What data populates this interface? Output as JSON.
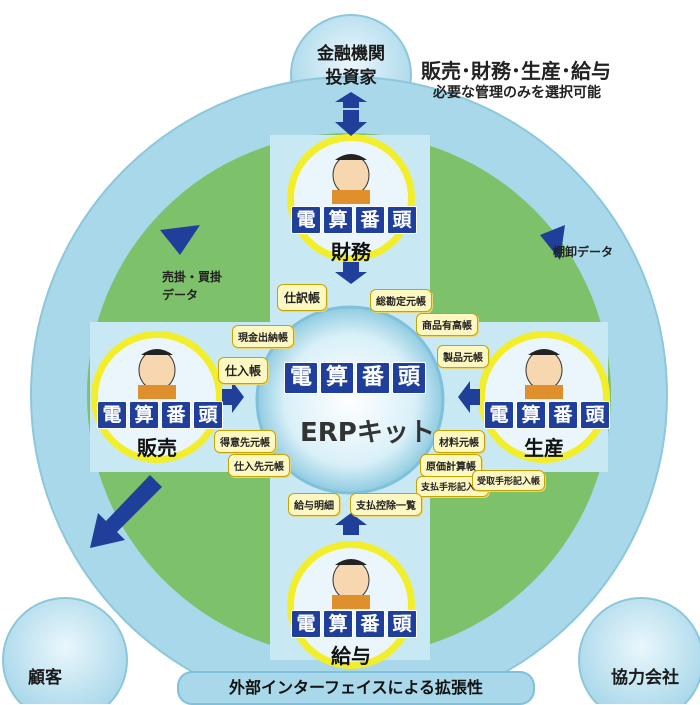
{
  "header": {
    "title": "販売･財務･生産･給与",
    "subtitle": "必要な管理のみを選択可能"
  },
  "outer_nodes": {
    "investors": [
      "金融機関",
      "投資家"
    ],
    "customers": "顧客",
    "partners": "協力会社"
  },
  "core": {
    "banner": [
      "電",
      "算",
      "番",
      "頭"
    ],
    "product": "ERPキット"
  },
  "modules": {
    "finance": "財務",
    "sales": "販売",
    "production": "生産",
    "payroll": "給与"
  },
  "flows": {
    "receivables": [
      "売掛・買掛",
      "データ"
    ],
    "inventory": "棚卸データ"
  },
  "ledgers": {
    "journal": "仕訳帳",
    "general_ledger": "総勘定元帳",
    "product_stock": "商品有高帳",
    "product_ledger": "製品元帳",
    "cash_book": "現金出納帳",
    "purchase_book": "仕入帳",
    "customer_ledger": "得意先元帳",
    "supplier_ledger": "仕入先元帳",
    "material_ledger": "材料元帳",
    "cost_accounting": "原価計算帳",
    "notes_payable": "支払手形記入帳",
    "notes_receivable": "受取手形記入帳",
    "payslip": "給与明細",
    "deduction_list": "支払控除一覧"
  },
  "footer": "外部インターフェイスによる拡張性",
  "colors": {
    "outer_ring": "#a9d8ea",
    "green": "#7dc26a",
    "light_blue": "#c8e9f4",
    "navy": "#1f3f9a",
    "ring_yellow": "#f3ee2c",
    "ledger_fill": "#fdf7c2"
  }
}
